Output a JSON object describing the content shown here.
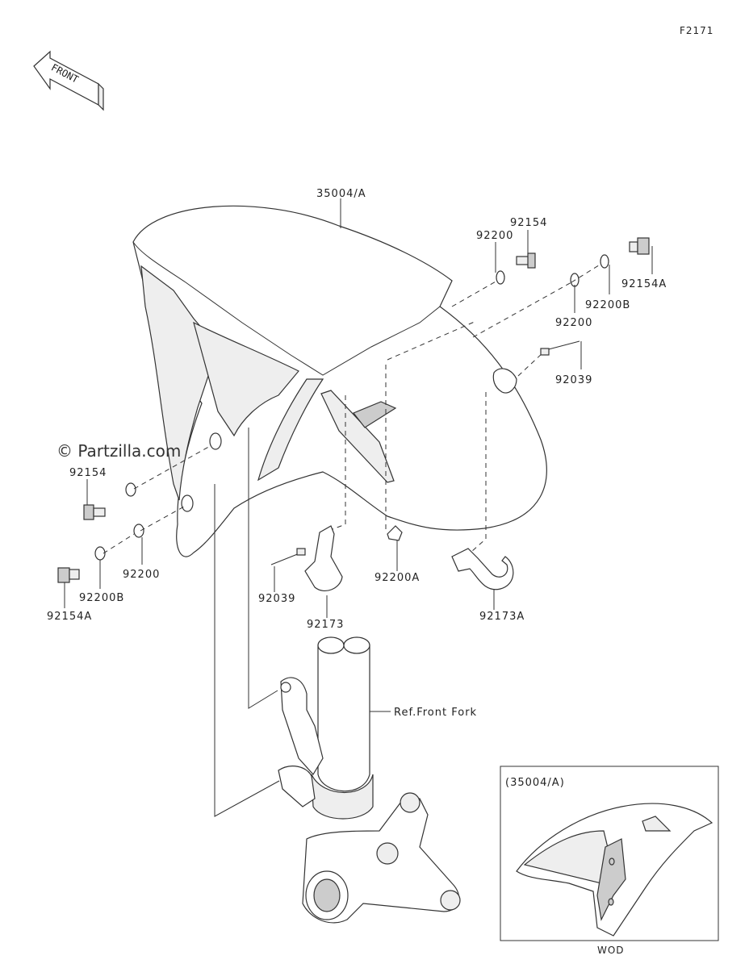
{
  "diagram": {
    "code": "F2171",
    "front_arrow_text": "FRONT",
    "watermark": "© Partzilla.com",
    "parts": {
      "fender": "35004/A",
      "bolt_top": "92154",
      "washer_top": "92200",
      "washer_right": "92200",
      "washer_b_right": "92200B",
      "stud_right": "92154A",
      "rivet_right": "92039",
      "bolt_left": "92154",
      "washer_left": "92200",
      "washer_b_left": "92200B",
      "stud_left": "92154A",
      "rivet_left": "92039",
      "clamp_left": "92173",
      "clip_center": "92200A",
      "clamp_right": "92173A",
      "fork_ref": "Ref.Front Fork"
    },
    "inset": {
      "label": "(35004/A)",
      "caption": "WOD"
    }
  }
}
